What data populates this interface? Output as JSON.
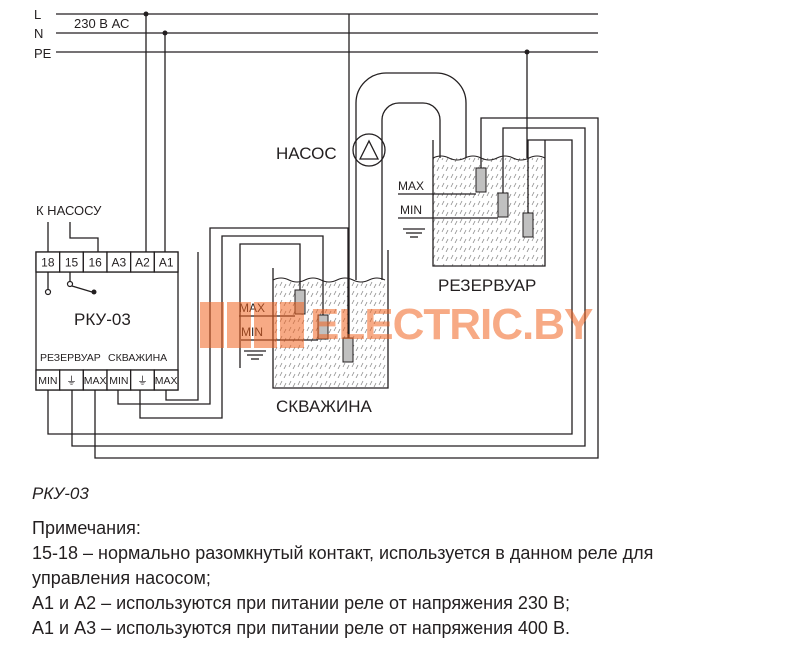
{
  "lines": {
    "l": "L",
    "n": "N",
    "pe": "PE",
    "voltage": "230 В АС"
  },
  "pump_label": "НАСОС",
  "to_pump_label": "К НАСОСУ",
  "relay": {
    "terminals_top": [
      "18",
      "15",
      "16",
      "А3",
      "А2",
      "А1"
    ],
    "name": "РКУ-03",
    "group_reservoir": "РЕЗЕРВУАР",
    "group_well": "СКВАЖИНА",
    "terminals_bottom": [
      "MIN",
      "⏚",
      "MAX",
      "MIN",
      "⏚",
      "MAX"
    ]
  },
  "reservoir": {
    "label": "РЕЗЕРВУАР",
    "max": "MAX",
    "min": "MIN"
  },
  "well": {
    "label": "СКВАЖИНА",
    "max": "MAX",
    "min": "MIN"
  },
  "watermark": {
    "text": "ELECTRIC.BY"
  },
  "caption": "РКУ-03",
  "notes": {
    "title": "Примечания:",
    "line1": "15-18 – нормально разомкнутый контакт, используется в данном реле для",
    "line2": "управления насосом;",
    "line3": "А1 и А2 – используются при питании реле от напряжения 230 В;",
    "line4": "А1 и А3 – используются при питании реле от напряжения 400 В."
  }
}
